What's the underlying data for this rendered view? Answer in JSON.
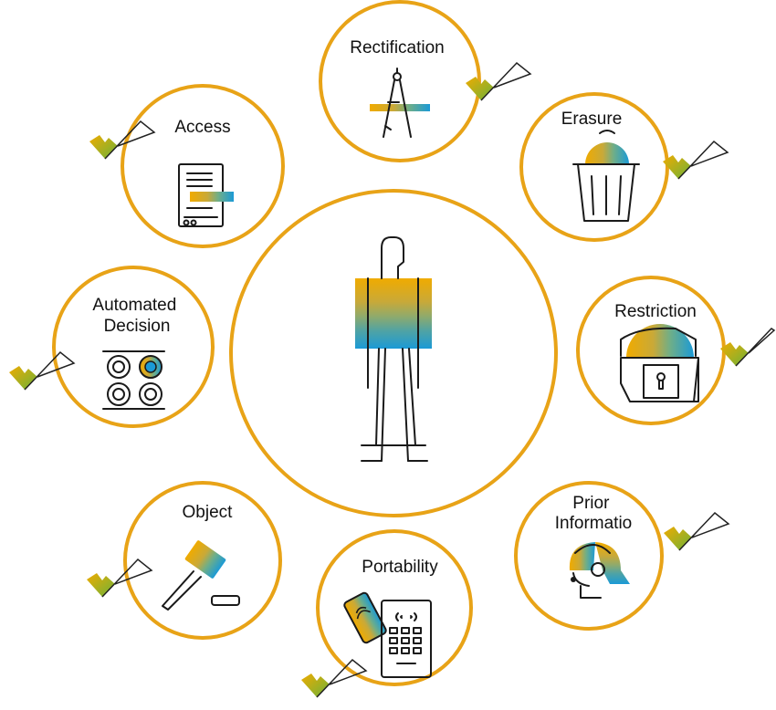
{
  "colors": {
    "ring": "#E8A317",
    "outline": "#1a1a1a",
    "gradient": [
      "#F0AB00",
      "#C9A938",
      "#8DAA6E",
      "#4FA3A5",
      "#1B9AD6"
    ],
    "checkmark": [
      "#F0AB00",
      "#6BB33A"
    ]
  },
  "center": {
    "icon": "person-gradient-icon"
  },
  "rights": [
    {
      "key": "rectification",
      "label": [
        "Rectification"
      ],
      "icon": "compass-icon",
      "checked": true
    },
    {
      "key": "erasure",
      "label": [
        "Erasure"
      ],
      "icon": "trash-bin-icon",
      "checked": true
    },
    {
      "key": "restriction",
      "label": [
        "Restriction"
      ],
      "icon": "locked-chest-icon",
      "checked": true
    },
    {
      "key": "prior-information",
      "label": [
        "Prior",
        "Informatio"
      ],
      "icon": "headset-agent-icon",
      "checked": true
    },
    {
      "key": "portability",
      "label": [
        "Portability"
      ],
      "icon": "phone-payment-terminal-icon",
      "checked": true
    },
    {
      "key": "object",
      "label": [
        "Object"
      ],
      "icon": "gavel-icon",
      "checked": true
    },
    {
      "key": "automated-decision",
      "label": [
        "Automated",
        "Decision"
      ],
      "icon": "dial-controls-icon",
      "checked": true
    },
    {
      "key": "access",
      "label": [
        "Access"
      ],
      "icon": "document-tablet-icon",
      "checked": true
    }
  ]
}
